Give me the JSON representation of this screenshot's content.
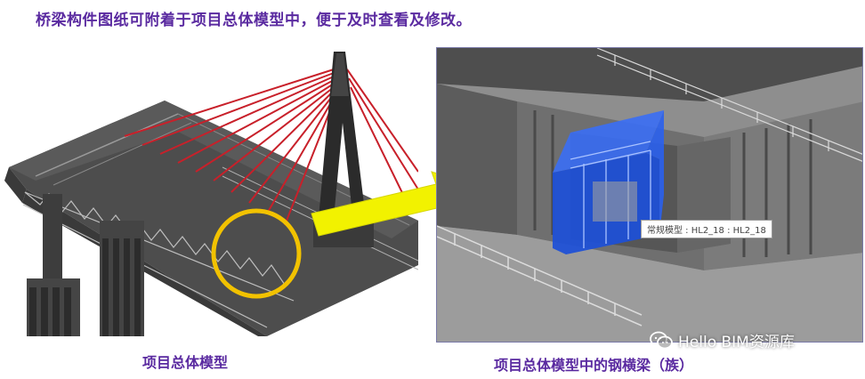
{
  "headline": "桥梁构件图纸可附着于项目总体模型中，便于及时查看及修改。",
  "captions": {
    "left": "项目总体模型",
    "right": "项目总体模型中的钢横梁（族）"
  },
  "tooltip": "常规模型 : HL2_18 : HL2_18",
  "watermark": {
    "text": "Hello BIM资源库",
    "icon": "wechat-icon"
  },
  "colors": {
    "title_purple": "#5a2aa0",
    "highlight_circle": "#f2c200",
    "arrow_yellow": "#f2f200",
    "cable_red": "#c8202a",
    "steel_beam_blue": "#1c4fd8"
  }
}
